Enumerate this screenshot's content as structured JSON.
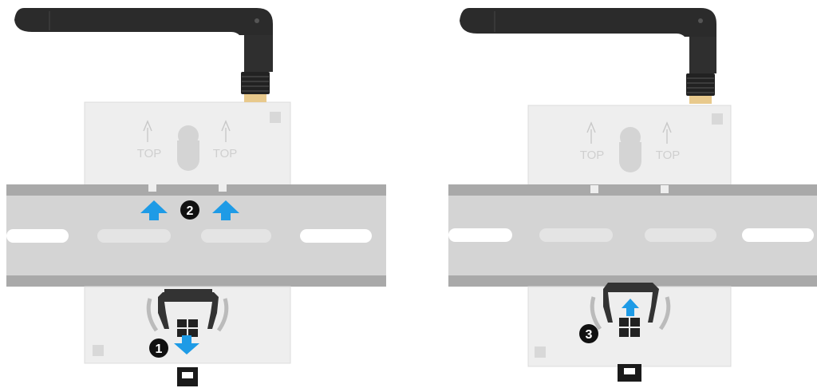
{
  "panels": [
    {
      "name": "left",
      "top_labels": [
        "TOP",
        "TOP"
      ],
      "step_markers": [
        {
          "number": "1",
          "direction": "down"
        },
        {
          "number": "2",
          "direction": "up"
        }
      ]
    },
    {
      "name": "right",
      "top_labels": [
        "TOP",
        "TOP"
      ],
      "step_markers": [
        {
          "number": "3",
          "direction": "up"
        }
      ]
    }
  ],
  "colors": {
    "arrow_blue": "#1e9be6",
    "antenna": "#2b2b2b",
    "rail_light": "#d4d4d4",
    "rail_dark": "#a9a9a9",
    "housing": "#eeeeee",
    "marker_fill": "#111111",
    "marker_text": "#ffffff"
  }
}
